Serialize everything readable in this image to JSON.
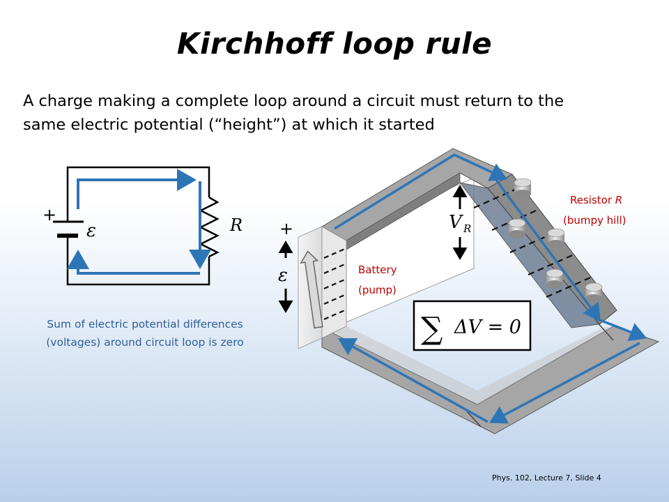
{
  "slide": {
    "title": "Kirchhoff loop rule",
    "subtitle_line1": "A charge making a complete loop around a circuit must return to the",
    "subtitle_line2": "same electric potential (“height”) at which it started",
    "note_line1": "Sum of electric potential differences",
    "note_line2": "(voltages) around circuit loop is zero",
    "footer": "Phys. 102, Lecture 7, Slide 4"
  },
  "circuit": {
    "plus": "+",
    "emf": "ε",
    "resistor": "R"
  },
  "model": {
    "plus": "+",
    "emf": "ε",
    "vr_main": "V",
    "vr_sub": "R",
    "battery_line1": "Battery",
    "battery_line2": "(pump)",
    "resistor_line1_prefix": "Resistor ",
    "resistor_line1_symbol": "R",
    "resistor_line2": "(bumpy hill)",
    "equation_sum": "∑",
    "equation_body": "ΔV = 0"
  },
  "colors": {
    "arrow_blue": "#2e75b6",
    "label_red": "#c00000",
    "note_blue": "#2e5f9a",
    "track_gray": "#a6a6a6"
  }
}
